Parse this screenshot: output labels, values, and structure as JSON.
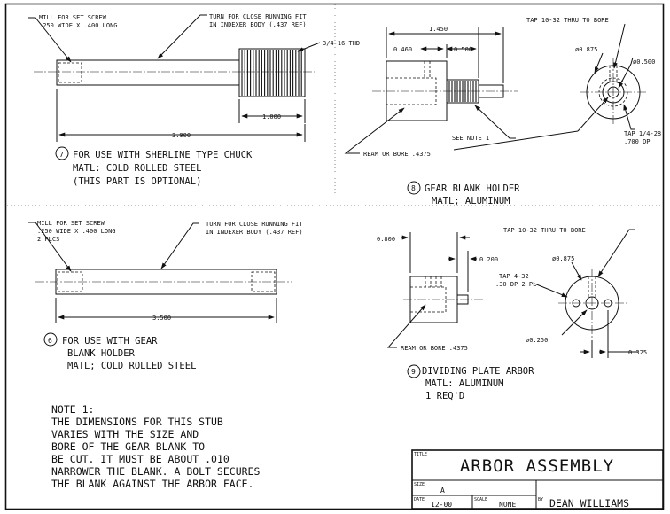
{
  "part7": {
    "callout_mill": [
      "MILL FOR SET SCREW",
      ".250 WIDE X .400 LONG"
    ],
    "callout_turn": [
      "TURN FOR CLOSE RUNNING FIT",
      "IN INDEXER BODY (.437 REF)"
    ],
    "thread": "3/4-16 THD",
    "dim_thread_len": "1.000",
    "dim_overall": "3.900",
    "number": "7",
    "notes": [
      "FOR USE WITH SHERLINE TYPE CHUCK",
      "MATL:  COLD ROLLED STEEL",
      "(THIS PART IS OPTIONAL)"
    ]
  },
  "part8": {
    "dim_overall": "1.450",
    "dim_left": "0.460",
    "dim_right": "0.500",
    "tap_top": "TAP 10-32 THRU TO BORE",
    "dia_outer": "ø0.875",
    "dia_inner": "ø0.500",
    "see_note": "SEE NOTE 1",
    "ream": "REAM OR BORE .4375",
    "tap_side": [
      "TAP 1/4-28",
      ".700 DP"
    ],
    "number": "8",
    "notes": [
      "GEAR BLANK HOLDER",
      "MATL; ALUMINUM"
    ]
  },
  "part6": {
    "callout_mill": [
      "MILL FOR SET SCREW",
      ".250 WIDE X .400 LONG",
      "2 PLCS"
    ],
    "callout_turn": [
      "TURN FOR CLOSE RUNNING FIT",
      "IN INDEXER BODY (.437 REF)"
    ],
    "dim_overall": "3.500",
    "number": "6",
    "notes": [
      "FOR USE WITH GEAR",
      "BLANK HOLDER",
      "MATL; COLD ROLLED STEEL"
    ]
  },
  "part9": {
    "dim_body": "0.800",
    "dim_pin": "0.200",
    "tap_top": "TAP 10-32 THRU TO BORE",
    "dia_outer": "ø0.875",
    "tap_holes": [
      "TAP 4-32",
      ".30 DP 2 PL"
    ],
    "ream": "REAM OR BORE .4375",
    "dia_pin": "ø0.250",
    "dim_offset": "0.325",
    "number": "9",
    "notes": [
      "DIVIDING PLATE ARBOR",
      "MATL: ALUMINUM",
      "1 REQ'D"
    ]
  },
  "note1": [
    "NOTE 1:",
    "THE DIMENSIONS FOR THIS STUB",
    "VARIES WITH THE SIZE AND",
    "BORE OF THE GEAR BLANK TO",
    "BE CUT.  IT MUST BE ABOUT .010",
    "NARROWER THE BLANK. A BOLT SECURES",
    "THE BLANK AGAINST THE ARBOR FACE."
  ],
  "title_block": {
    "title_label": "TITLE",
    "title": "ARBOR ASSEMBLY",
    "size_label": "SIZE",
    "size": "A",
    "date_label": "DATE",
    "date": "12-00",
    "scale_label": "SCALE",
    "scale": "NONE",
    "by_label": "BY",
    "by": "DEAN WILLIAMS"
  }
}
